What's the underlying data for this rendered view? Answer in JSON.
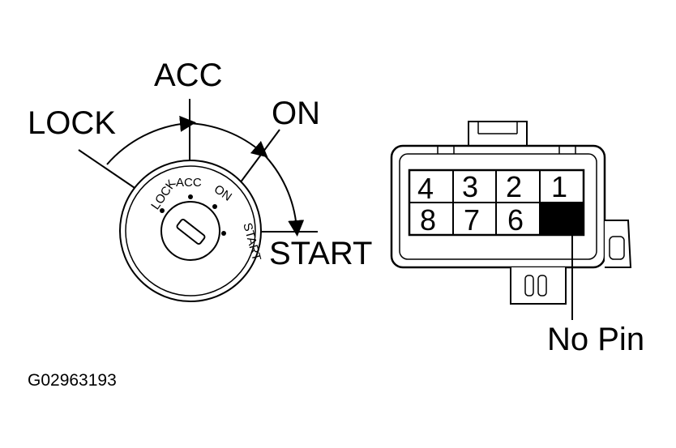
{
  "ignition_switch": {
    "positions": {
      "lock": "LOCK",
      "acc": "ACC",
      "on": "ON",
      "start": "START"
    },
    "face_labels": {
      "lock": "LOCK",
      "acc": "ACC",
      "on": "ON",
      "start": "START"
    }
  },
  "connector": {
    "pins_top": [
      "4",
      "3",
      "2",
      "1"
    ],
    "pins_bottom": [
      "8",
      "7",
      "6",
      ""
    ],
    "no_pin_label": "No Pin"
  },
  "figure_code": "G02963193"
}
